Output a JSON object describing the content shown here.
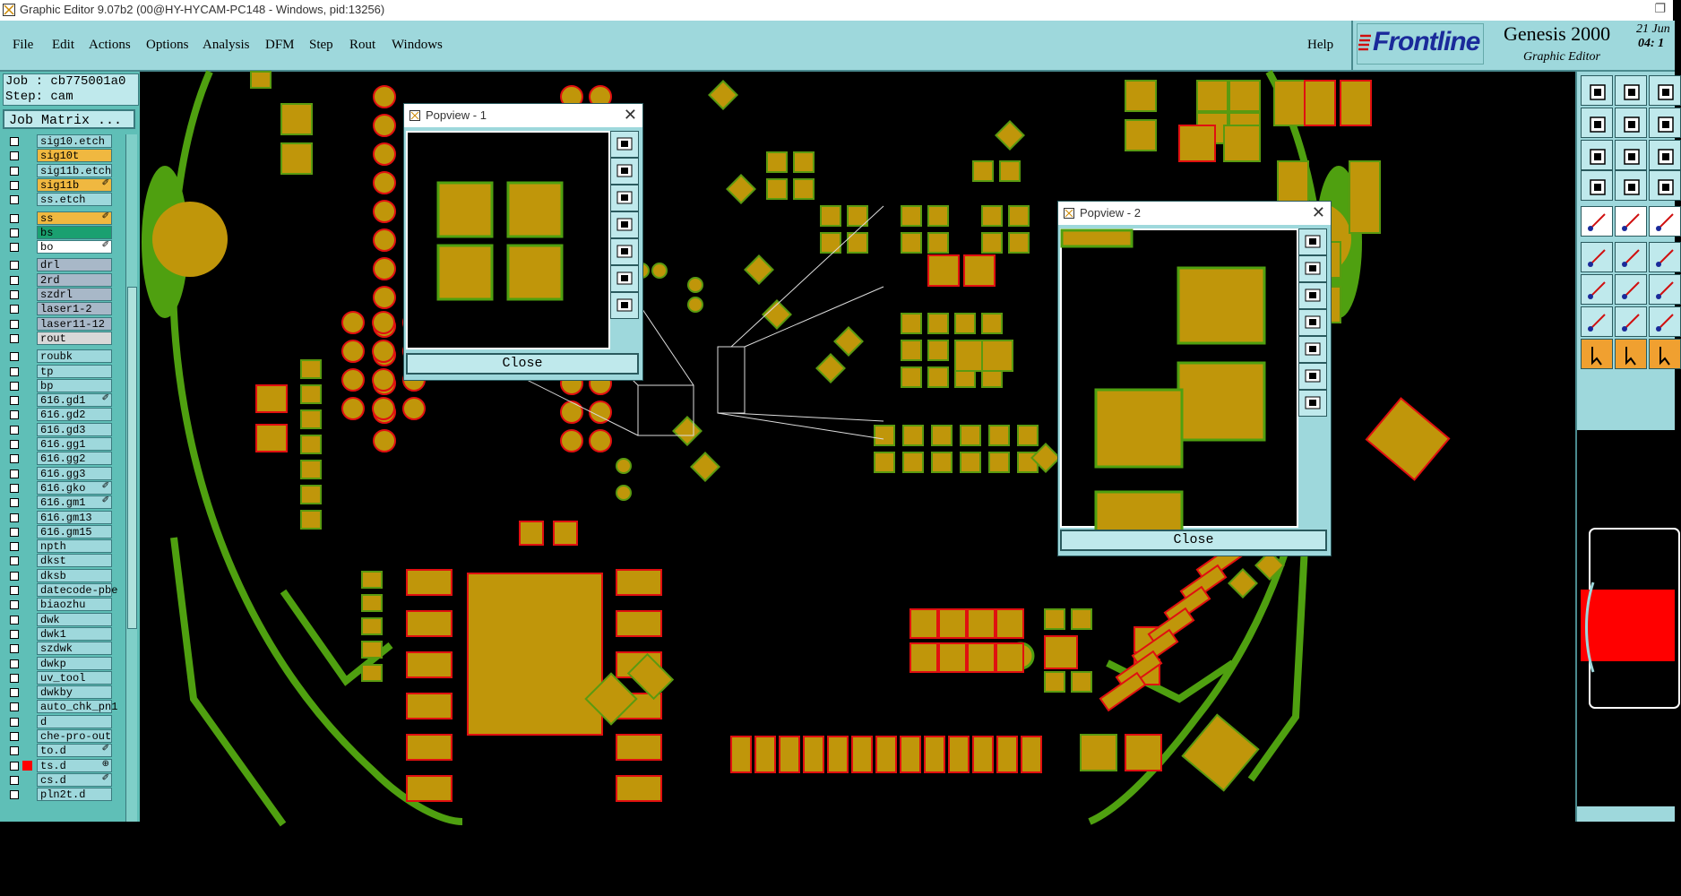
{
  "window": {
    "title": "Graphic Editor 9.07b2 (00@HY-HYCAM-PC148 - Windows, pid:13256)"
  },
  "menu": {
    "items": [
      "File",
      "Edit",
      "Actions",
      "Options",
      "Analysis",
      "DFM",
      "Step",
      "Rout",
      "Windows"
    ],
    "help": "Help"
  },
  "logo": {
    "brand": "Frontline",
    "product": "Genesis 2000",
    "subtitle": "Graphic Editor",
    "date_line1": "21 Jun",
    "date_line2": "04: 1"
  },
  "job": {
    "job": "Job : cb775001a0",
    "step": "Step: cam",
    "matrix_button": "Job Matrix ..."
  },
  "layers": [
    {
      "name": "sig10.etch",
      "color": "#9ed8dc"
    },
    {
      "name": "sig10t",
      "color": "#f0b840"
    },
    {
      "name": "sig11b.etch",
      "color": "#9ed8dc"
    },
    {
      "name": "sig11b",
      "color": "#f0b840",
      "mark": "✐"
    },
    {
      "name": "ss.etch",
      "color": "#9ed8dc"
    },
    {
      "name": "ss",
      "color": "#f0b840",
      "mark": "✐"
    },
    {
      "name": "bs",
      "color": "#1aa070"
    },
    {
      "name": "bo",
      "color": "#ffffff",
      "mark": "✐"
    },
    {
      "name": "drl",
      "color": "#a8b8c8"
    },
    {
      "name": "2rd",
      "color": "#a8b8c8"
    },
    {
      "name": "szdrl",
      "color": "#a8b8c8"
    },
    {
      "name": "laser1-2",
      "color": "#a8b8c8"
    },
    {
      "name": "laser11-12",
      "color": "#a8b8c8"
    },
    {
      "name": "rout",
      "color": "#d8d8d8"
    },
    {
      "name": "roubk",
      "color": "#9ed8dc"
    },
    {
      "name": "tp",
      "color": "#9ed8dc"
    },
    {
      "name": "bp",
      "color": "#9ed8dc"
    },
    {
      "name": "616.gd1",
      "color": "#9ed8dc",
      "mark": "✐"
    },
    {
      "name": "616.gd2",
      "color": "#9ed8dc"
    },
    {
      "name": "616.gd3",
      "color": "#9ed8dc"
    },
    {
      "name": "616.gg1",
      "color": "#9ed8dc"
    },
    {
      "name": "616.gg2",
      "color": "#9ed8dc"
    },
    {
      "name": "616.gg3",
      "color": "#9ed8dc"
    },
    {
      "name": "616.gko",
      "color": "#9ed8dc",
      "mark": "✐"
    },
    {
      "name": "616.gm1",
      "color": "#9ed8dc",
      "mark": "✐"
    },
    {
      "name": "616.gm13",
      "color": "#9ed8dc"
    },
    {
      "name": "616.gm15",
      "color": "#9ed8dc"
    },
    {
      "name": "npth",
      "color": "#9ed8dc"
    },
    {
      "name": "dkst",
      "color": "#9ed8dc"
    },
    {
      "name": "dksb",
      "color": "#9ed8dc"
    },
    {
      "name": "datecode-pbe",
      "color": "#9ed8dc"
    },
    {
      "name": "biaozhu",
      "color": "#9ed8dc"
    },
    {
      "name": "dwk",
      "color": "#9ed8dc"
    },
    {
      "name": "dwk1",
      "color": "#9ed8dc"
    },
    {
      "name": "szdwk",
      "color": "#9ed8dc"
    },
    {
      "name": "dwkp",
      "color": "#9ed8dc"
    },
    {
      "name": "uv_tool",
      "color": "#9ed8dc"
    },
    {
      "name": "dwkby",
      "color": "#9ed8dc"
    },
    {
      "name": "auto_chk_pn1",
      "color": "#9ed8dc"
    },
    {
      "name": "d",
      "color": "#9ed8dc"
    },
    {
      "name": "che-pro-out",
      "color": "#9ed8dc"
    },
    {
      "name": "to.d",
      "color": "#9ed8dc",
      "mark": "✐"
    },
    {
      "name": "ts.d",
      "color": "#9ed8dc",
      "mark": "⊕"
    },
    {
      "name": "cs.d",
      "color": "#9ed8dc",
      "mark": "✐"
    },
    {
      "name": "pln2t.d",
      "color": "#9ed8dc"
    }
  ],
  "popview1": {
    "title": "Popview - 1",
    "close": "Close"
  },
  "popview2": {
    "title": "Popview - 2",
    "close": "Close"
  },
  "colors": {
    "pad": "#c0960a",
    "pad_outline": "#5a9a10",
    "pad_red": "#e01010",
    "trace": "#4fa010",
    "panel": "#9ed8dc"
  }
}
